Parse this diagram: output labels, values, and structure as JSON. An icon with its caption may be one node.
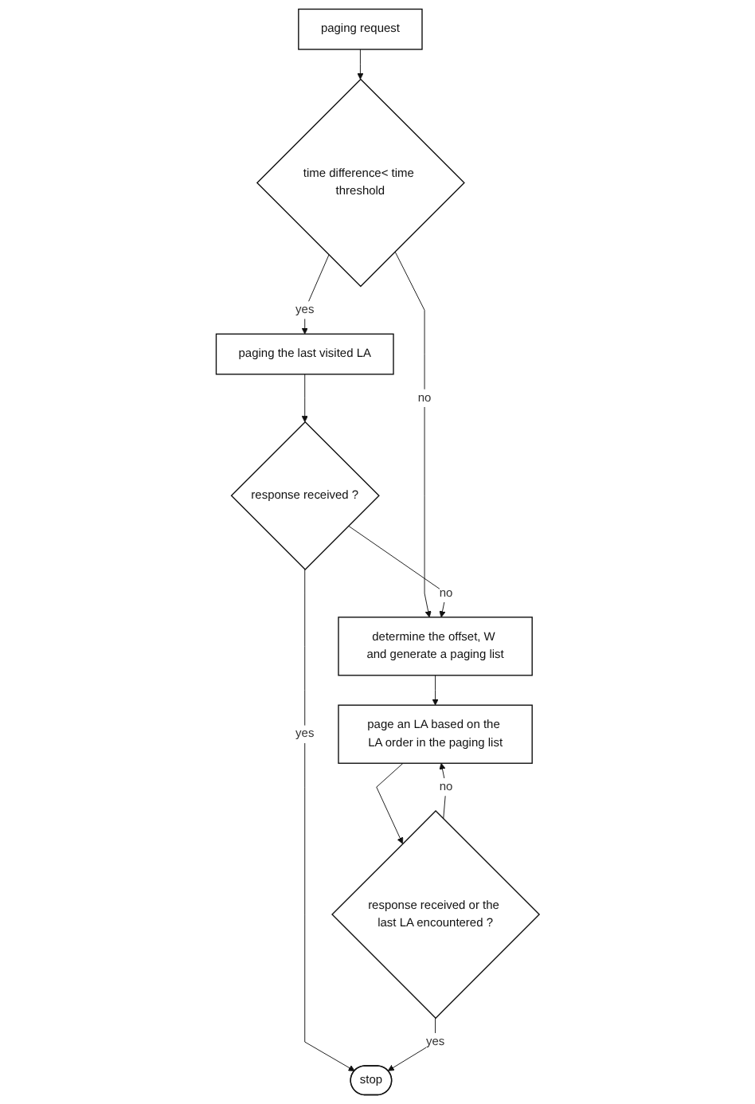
{
  "diagram": {
    "nodes": [
      {
        "text": [
          "paging request"
        ]
      },
      {
        "text": [
          "time difference< time threshold"
        ]
      },
      {
        "text": [
          "paging the last visited LA"
        ]
      },
      {
        "text": [
          "response received ?"
        ]
      },
      {
        "text": [
          "determine the offset, W and generate a paging list"
        ]
      },
      {
        "text": [
          "page an LA based on the LA order in the paging list"
        ]
      },
      {
        "text": [
          "response received or the last LA encountered ?"
        ]
      },
      {
        "text": [
          "stop"
        ]
      }
    ],
    "edges": [
      {
        "from": 0,
        "to": 1,
        "arrow": "to"
      },
      {
        "from": 1,
        "to": 2,
        "label": "yes",
        "arrow": "to"
      },
      {
        "from": 1,
        "to": 4,
        "label": "no",
        "arrow": "to"
      },
      {
        "from": 2,
        "to": 3,
        "arrow": "to"
      },
      {
        "from": 3,
        "to": 4,
        "label": "no",
        "arrow": "to"
      },
      {
        "from": 3,
        "to": 7,
        "label": "yes",
        "arrow": "to"
      },
      {
        "from": 4,
        "to": 5,
        "arrow": "to"
      },
      {
        "from": 5,
        "to": 6,
        "arrow": "to"
      },
      {
        "from": 6,
        "to": 5,
        "label": "no",
        "arrow": "to"
      },
      {
        "from": 6,
        "to": 7,
        "label": "yes",
        "arrow": "to"
      }
    ]
  }
}
